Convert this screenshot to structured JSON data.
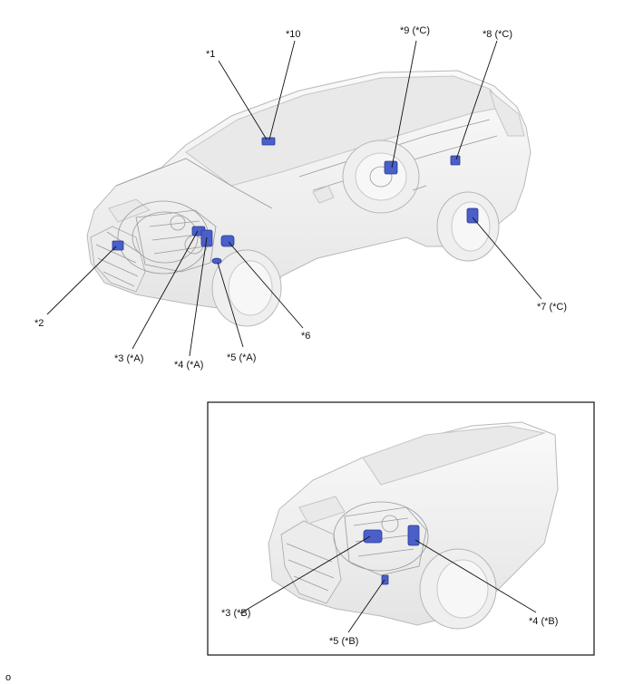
{
  "callouts_main": {
    "c1": "*1",
    "c10": "*10",
    "c9": "*9 (*C)",
    "c8": "*8 (*C)",
    "c2": "*2",
    "c3": "*3 (*A)",
    "c4": "*4 (*A)",
    "c5": "*5 (*A)",
    "c6": "*6",
    "c7": "*7 (*C)"
  },
  "callouts_inset": {
    "c3": "*3 (*B)",
    "c4": "*4 (*B)",
    "c5": "*5 (*B)"
  },
  "footer_mark": "o",
  "colors": {
    "component": "#4a5fc9",
    "outline": "#111111"
  }
}
